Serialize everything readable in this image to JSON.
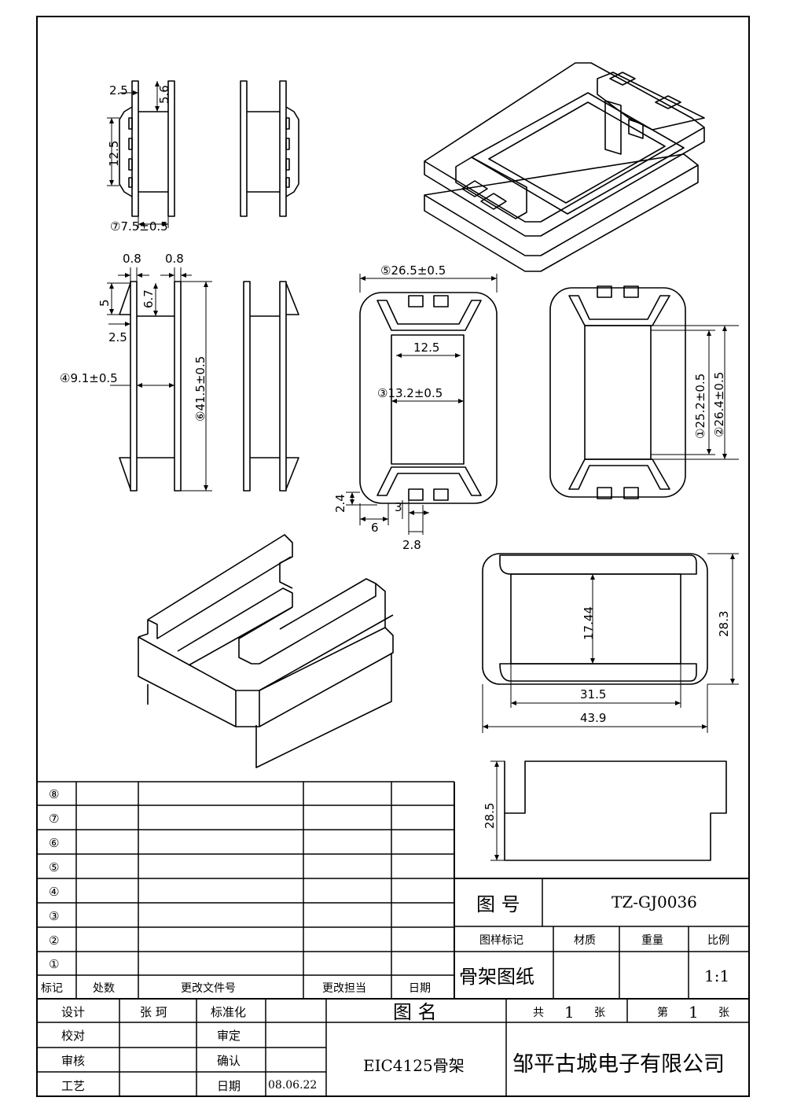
{
  "dimensions": {
    "d_2_5_top": "2.5",
    "d_5_6": "5.6",
    "d_12_5_side": "12.5",
    "d_7": "⑦7.5±0.5",
    "d_0_8_a": "0.8",
    "d_0_8_b": "0.8",
    "d_5": "5",
    "d_6_7": "6.7",
    "d_2_5_mid": "2.5",
    "d_4": "④9.1±0.5",
    "d_6": "⑥41.5±0.5",
    "d_5c": "⑤26.5±0.5",
    "d_12_5_mid": "12.5",
    "d_3": "③13.2±0.5",
    "d_2_4": "2.4",
    "d_3s": "3",
    "d_6s": "6",
    "d_2_8": "2.8",
    "d_1": "①25.2±0.5",
    "d_2": "②26.4±0.5",
    "d_17_44": "17.44",
    "d_28_3": "28.3",
    "d_31_5": "31.5",
    "d_43_9": "43.9",
    "d_28_5": "28.5"
  },
  "revision_table": {
    "rows": [
      "⑧",
      "⑦",
      "⑥",
      "⑤",
      "④",
      "③",
      "②",
      "①"
    ],
    "headers": [
      "标记",
      "处数",
      "更改文件号",
      "更改担当",
      "日期"
    ]
  },
  "title_block": {
    "drawing_no_label": "图 号",
    "drawing_no": "TZ-GJ0036",
    "sample_mark_label": "图样标记",
    "material_label": "材质",
    "weight_label": "重量",
    "scale_label": "比例",
    "drawing_type": "骨架图纸",
    "scale": "1:1",
    "design_label": "设计",
    "designer": "张 珂",
    "standardize_label": "标准化",
    "drawing_name_label": "图 名",
    "total_label_a": "共",
    "total_value": "1",
    "total_label_b": "张",
    "sheet_label_a": "第",
    "sheet_value": "1",
    "sheet_label_b": "张",
    "proofread_label": "校对",
    "review_label": "审定",
    "audit_label": "审核",
    "confirm_label": "确认",
    "process_label": "工艺",
    "date_label": "日期",
    "date": "08.06.22",
    "drawing_name": "EIC4125骨架",
    "company": "邹平古城电子有限公司"
  }
}
